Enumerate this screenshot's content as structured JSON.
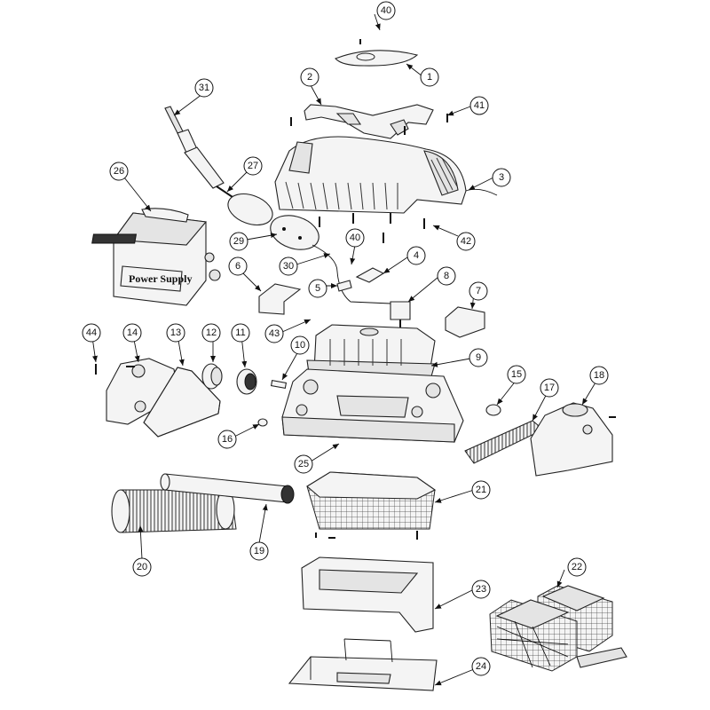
{
  "power_supply_label": "Power Supply",
  "callouts": [
    "1",
    "2",
    "3",
    "4",
    "5",
    "6",
    "7",
    "8",
    "9",
    "10",
    "11",
    "12",
    "13",
    "14",
    "15",
    "16",
    "17",
    "18",
    "19",
    "20",
    "21",
    "22",
    "23",
    "24",
    "25",
    "26",
    "27",
    "29",
    "30",
    "31",
    "40",
    "40",
    "41",
    "42",
    "43",
    "44"
  ]
}
